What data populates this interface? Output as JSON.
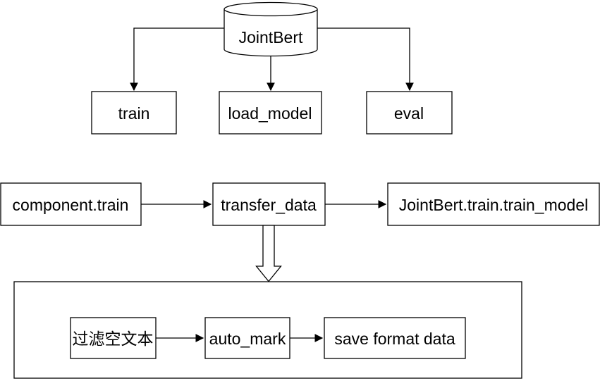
{
  "diagram": {
    "type": "flowchart",
    "colors": {
      "stroke": "#000000",
      "fill": "#ffffff",
      "text": "#000000",
      "background": "#ffffff"
    },
    "nodes": {
      "jointbert": {
        "label": "JointBert",
        "shape": "cylinder"
      },
      "train": {
        "label": "train",
        "shape": "rect"
      },
      "load_model": {
        "label": "load_model",
        "shape": "rect"
      },
      "eval": {
        "label": "eval",
        "shape": "rect"
      },
      "component_train": {
        "label": "component.train",
        "shape": "rect"
      },
      "transfer_data": {
        "label": "transfer_data",
        "shape": "rect"
      },
      "train_model": {
        "label": "JointBert.train.train_model",
        "shape": "rect"
      },
      "filter_empty_text": {
        "label": "过滤空文本",
        "shape": "rect"
      },
      "auto_mark": {
        "label": "auto_mark",
        "shape": "rect"
      },
      "save_format_data": {
        "label": "save format data",
        "shape": "rect"
      },
      "container": {
        "label": "",
        "shape": "rect"
      }
    },
    "edges": [
      {
        "from": "jointbert",
        "to": "train",
        "style": "arrow"
      },
      {
        "from": "jointbert",
        "to": "load_model",
        "style": "arrow"
      },
      {
        "from": "jointbert",
        "to": "eval",
        "style": "arrow"
      },
      {
        "from": "component_train",
        "to": "transfer_data",
        "style": "arrow"
      },
      {
        "from": "transfer_data",
        "to": "train_model",
        "style": "arrow"
      },
      {
        "from": "transfer_data",
        "to": "container",
        "style": "block-arrow"
      },
      {
        "from": "filter_empty_text",
        "to": "auto_mark",
        "style": "arrow"
      },
      {
        "from": "auto_mark",
        "to": "save_format_data",
        "style": "arrow"
      }
    ]
  }
}
